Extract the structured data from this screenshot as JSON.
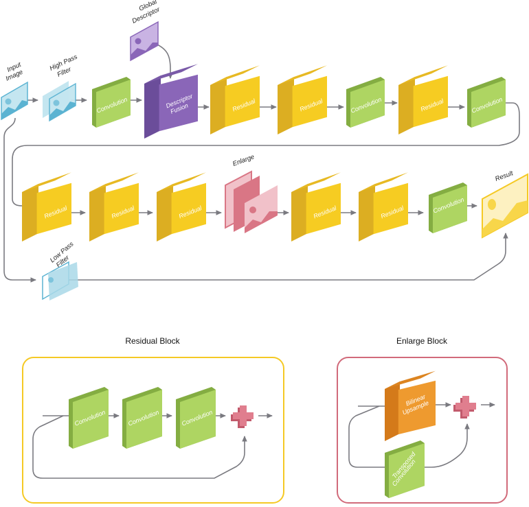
{
  "colors": {
    "residual_front": "#f6cc22",
    "residual_side": "#dcae22",
    "residual_top": "#e7b923",
    "conv_front": "#aed562",
    "conv_side": "#84ad42",
    "fusion_front": "#8a66b8",
    "fusion_side": "#6b4d9a",
    "descriptor": "#a586cc",
    "image_blue": "#7dc4dc",
    "image_blue_light": "#c4e6f0",
    "enlarge_pink": "#d97685",
    "enlarge_pink_light": "#f1c1c9",
    "bilinear_front": "#ee9a2f",
    "bilinear_side": "#d47a1a",
    "plus": "#e07e8e",
    "result_yellow": "#f8d64a",
    "result_light": "#fdf1c1",
    "line": "#7a7a80",
    "residual_frame": "#f5c924",
    "enlarge_frame": "#d16a7a"
  },
  "main_pipeline": {
    "input_image_label_1": "Input",
    "input_image_label_2": "Image",
    "high_pass_label_1": "High Pass",
    "high_pass_label_2": "Filter",
    "global_descriptor_label_1": "Global",
    "global_descriptor_label_2": "Descriptor",
    "low_pass_label_1": "Low Pass",
    "low_pass_label_2": "Filter",
    "enlarge_label": "Enlarge",
    "result_label": "Result",
    "row1_blocks": [
      {
        "type": "conv",
        "label": "Convolution"
      },
      {
        "type": "fusion",
        "label_1": "Descriptor",
        "label_2": "Fusion"
      },
      {
        "type": "residual",
        "label": "Residual"
      },
      {
        "type": "residual",
        "label": "Residual"
      },
      {
        "type": "conv",
        "label": "Convolution"
      },
      {
        "type": "residual",
        "label": "Residual"
      },
      {
        "type": "conv",
        "label": "Convolution"
      }
    ],
    "row2_blocks": [
      {
        "type": "residual",
        "label": "Residual"
      },
      {
        "type": "residual",
        "label": "Residual"
      },
      {
        "type": "residual",
        "label": "Residual"
      },
      {
        "type": "enlarge",
        "label": ""
      },
      {
        "type": "residual",
        "label": "Residual"
      },
      {
        "type": "residual",
        "label": "Residual"
      },
      {
        "type": "conv",
        "label": "Convolution"
      }
    ]
  },
  "residual_block": {
    "title": "Residual Block",
    "conv_labels": [
      "Convolution",
      "Convolution",
      "Convolution"
    ]
  },
  "enlarge_block": {
    "title": "Enlarge Block",
    "bilinear_label_1": "Bilinear",
    "bilinear_label_2": "Upsample",
    "transposed_label_1": "Transposed",
    "transposed_label_2": "Convolution"
  }
}
